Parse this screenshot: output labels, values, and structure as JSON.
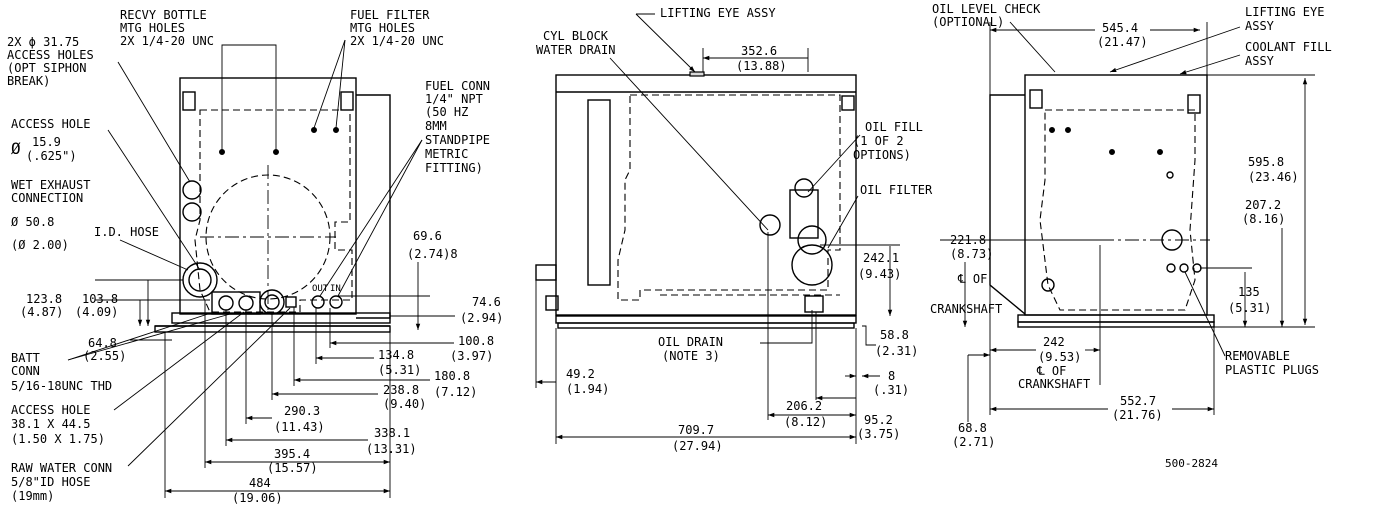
{
  "drawing_number": "500-2824",
  "left_view": {
    "notes": {
      "recovery_bottle": [
        "RECVY BOTTLE",
        "MTG HOLES",
        "2X 1/4-20 UNC"
      ],
      "fuel_filter": [
        "FUEL FILTER",
        "MTG HOLES",
        "2X 1/4-20 UNC"
      ],
      "access_holes_siphon": [
        "2X ϕ 31.75",
        "ACCESS HOLES",
        "(OPT SIPHON",
        "BREAK)"
      ],
      "access_hole_small": [
        "ACCESS HOLE"
      ],
      "access_hole_small_dim": [
        "15.9",
        "(.625\")"
      ],
      "diameter_symbol": "Ø",
      "fuel_conn": [
        "FUEL CONN",
        "1/4\" NPT",
        "(50 HZ",
        "8MM",
        "STANDPIPE",
        "METRIC",
        "FITTING)"
      ],
      "wet_exhaust": [
        "WET EXHAUST",
        "CONNECTION"
      ],
      "exhaust_dim": [
        "Ø 50.8",
        "(Ø 2.00)"
      ],
      "id_hose": "I.D. HOSE",
      "batt_conn": [
        "BATT",
        "CONN",
        "5/16-18UNC THD"
      ],
      "access_hole_large": [
        "ACCESS HOLE",
        "38.1 X 44.5",
        "(1.50 X 1.75)"
      ],
      "raw_water": [
        "RAW WATER CONN",
        "5/8\"ID HOSE",
        "(19mm)"
      ],
      "out_label": "OUT",
      "in_label": "IN"
    },
    "dims": {
      "d123": [
        "123.8",
        "(4.87)"
      ],
      "d103": [
        "103.8",
        "(4.09)"
      ],
      "d64": [
        "64.8",
        "(2.55)"
      ],
      "d69": [
        "69.6",
        "(2.74)8"
      ],
      "d74": [
        "74.6",
        "(2.94)"
      ],
      "d100": [
        "100.8",
        "(3.97)"
      ],
      "d134": [
        "134.8",
        "(5.31)"
      ],
      "d180": [
        "180.8",
        "(7.12)"
      ],
      "d238": [
        "238.8",
        "(9.40)"
      ],
      "d290": [
        "290.3",
        "(11.43)"
      ],
      "d338": [
        "338.1",
        "(13.31)"
      ],
      "d395": [
        "395.4",
        "(15.57)"
      ],
      "d484": [
        "484",
        "(19.06)"
      ]
    }
  },
  "middle_view": {
    "notes": {
      "lifting_eye": "LIFTING EYE ASSY",
      "cyl_block": [
        "CYL BLOCK",
        "WATER DRAIN"
      ],
      "oil_fill": [
        "OIL FILL",
        "(1 OF 2",
        "OPTIONS)"
      ],
      "oil_filter": "OIL FILTER",
      "oil_drain": [
        "OIL DRAIN",
        "(NOTE 3)"
      ]
    },
    "dims": {
      "d352": [
        "352.6",
        "(13.88)"
      ],
      "d242": [
        "242.1",
        "(9.43)"
      ],
      "d58": [
        "58.8",
        "(2.31)"
      ],
      "d8": [
        "8",
        "(.31)"
      ],
      "d49": [
        "49.2",
        "(1.94)"
      ],
      "d206": [
        "206.2",
        "(8.12)"
      ],
      "d95": [
        "95.2",
        "(3.75)"
      ],
      "d709": [
        "709.7",
        "(27.94)"
      ]
    }
  },
  "right_view": {
    "notes": {
      "oil_level": [
        "OIL LEVEL CHECK",
        "(OPTIONAL)"
      ],
      "lifting_eye": [
        "LIFTING EYE",
        "ASSY"
      ],
      "coolant_fill": [
        "COOLANT FILL",
        "ASSY"
      ],
      "cl_crank_1": [
        "℄ OF",
        "CRANKSHAFT"
      ],
      "cl_crank_2": [
        "℄ OF",
        "CRANKSHAFT"
      ],
      "plugs": [
        "REMOVABLE",
        "PLASTIC PLUGS"
      ]
    },
    "dims": {
      "d545": [
        "545.4",
        "(21.47)"
      ],
      "d595": [
        "595.8",
        "(23.46)"
      ],
      "d207": [
        "207.2",
        "(8.16)"
      ],
      "d221": [
        "221.8",
        "(8.73)"
      ],
      "d135": [
        "135",
        "(5.31)"
      ],
      "d242": [
        "242",
        "(9.53)"
      ],
      "d552": [
        "552.7",
        "(21.76)"
      ],
      "d68": [
        "68.8",
        "(2.71)"
      ]
    }
  }
}
